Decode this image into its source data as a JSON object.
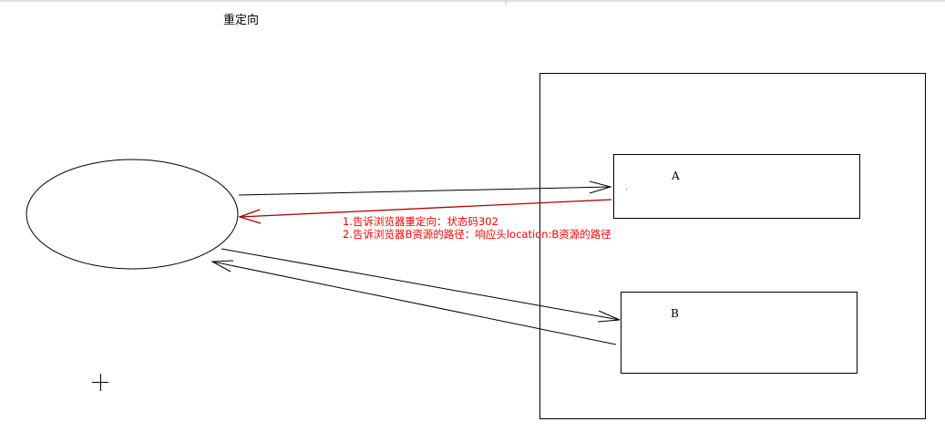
{
  "title": "重定向",
  "nodes": {
    "a_label": "A",
    "b_label": "B"
  },
  "annotations": [
    "1.告诉浏览器重定向：状态码302",
    "2.告诉浏览器B资源的路径：响应头location:B资源的路径"
  ],
  "colors": {
    "line": "#000000",
    "redirect_line": "#b00000",
    "annotation_text": "#ff0000",
    "top_border": "#bfbfbf"
  }
}
